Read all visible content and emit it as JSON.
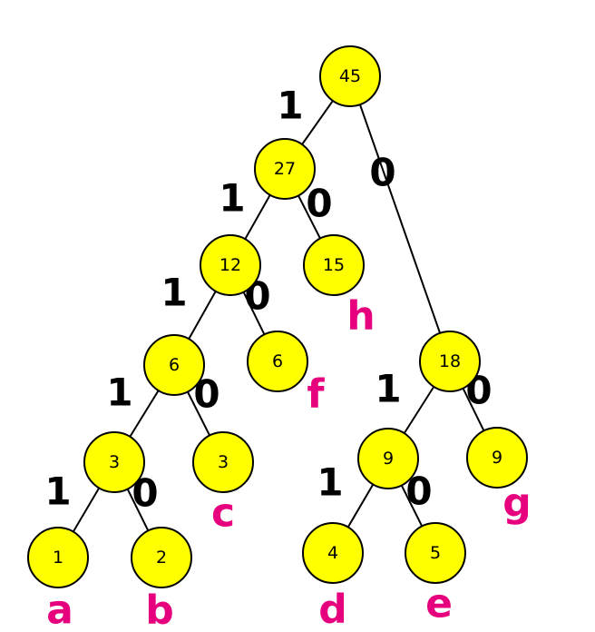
{
  "colors": {
    "node_fill": "#ffff00",
    "node_stroke": "#000000",
    "leaf_label": "#e6007e"
  },
  "nodes": [
    {
      "id": "n45",
      "value": "45"
    },
    {
      "id": "n27",
      "value": "27"
    },
    {
      "id": "n18",
      "value": "18"
    },
    {
      "id": "n12",
      "value": "12"
    },
    {
      "id": "n15",
      "value": "15"
    },
    {
      "id": "n6a",
      "value": "6"
    },
    {
      "id": "n6b",
      "value": "6"
    },
    {
      "id": "n3a",
      "value": "3"
    },
    {
      "id": "n3b",
      "value": "3"
    },
    {
      "id": "n1",
      "value": "1"
    },
    {
      "id": "n2",
      "value": "2"
    },
    {
      "id": "n9a",
      "value": "9"
    },
    {
      "id": "n9b",
      "value": "9"
    },
    {
      "id": "n4",
      "value": "4"
    },
    {
      "id": "n5",
      "value": "5"
    }
  ],
  "edges": [
    {
      "from": "n45",
      "to": "n27",
      "bit": "1"
    },
    {
      "from": "n45",
      "to": "n18",
      "bit": "0"
    },
    {
      "from": "n27",
      "to": "n12",
      "bit": "1"
    },
    {
      "from": "n27",
      "to": "n15",
      "bit": "0"
    },
    {
      "from": "n12",
      "to": "n6a",
      "bit": "1"
    },
    {
      "from": "n12",
      "to": "n6b",
      "bit": "0"
    },
    {
      "from": "n6a",
      "to": "n3a",
      "bit": "1"
    },
    {
      "from": "n6a",
      "to": "n3b",
      "bit": "0"
    },
    {
      "from": "n3a",
      "to": "n1",
      "bit": "1"
    },
    {
      "from": "n3a",
      "to": "n2",
      "bit": "0"
    },
    {
      "from": "n18",
      "to": "n9a",
      "bit": "1"
    },
    {
      "from": "n18",
      "to": "n9b",
      "bit": "0"
    },
    {
      "from": "n9a",
      "to": "n4",
      "bit": "1"
    },
    {
      "from": "n9a",
      "to": "n5",
      "bit": "0"
    }
  ],
  "leaf_labels": [
    {
      "node": "n1",
      "text": "a"
    },
    {
      "node": "n2",
      "text": "b"
    },
    {
      "node": "n3b",
      "text": "c"
    },
    {
      "node": "n4",
      "text": "d"
    },
    {
      "node": "n5",
      "text": "e"
    },
    {
      "node": "n6b",
      "text": "f"
    },
    {
      "node": "n9b",
      "text": "g"
    },
    {
      "node": "n15",
      "text": "h"
    }
  ]
}
